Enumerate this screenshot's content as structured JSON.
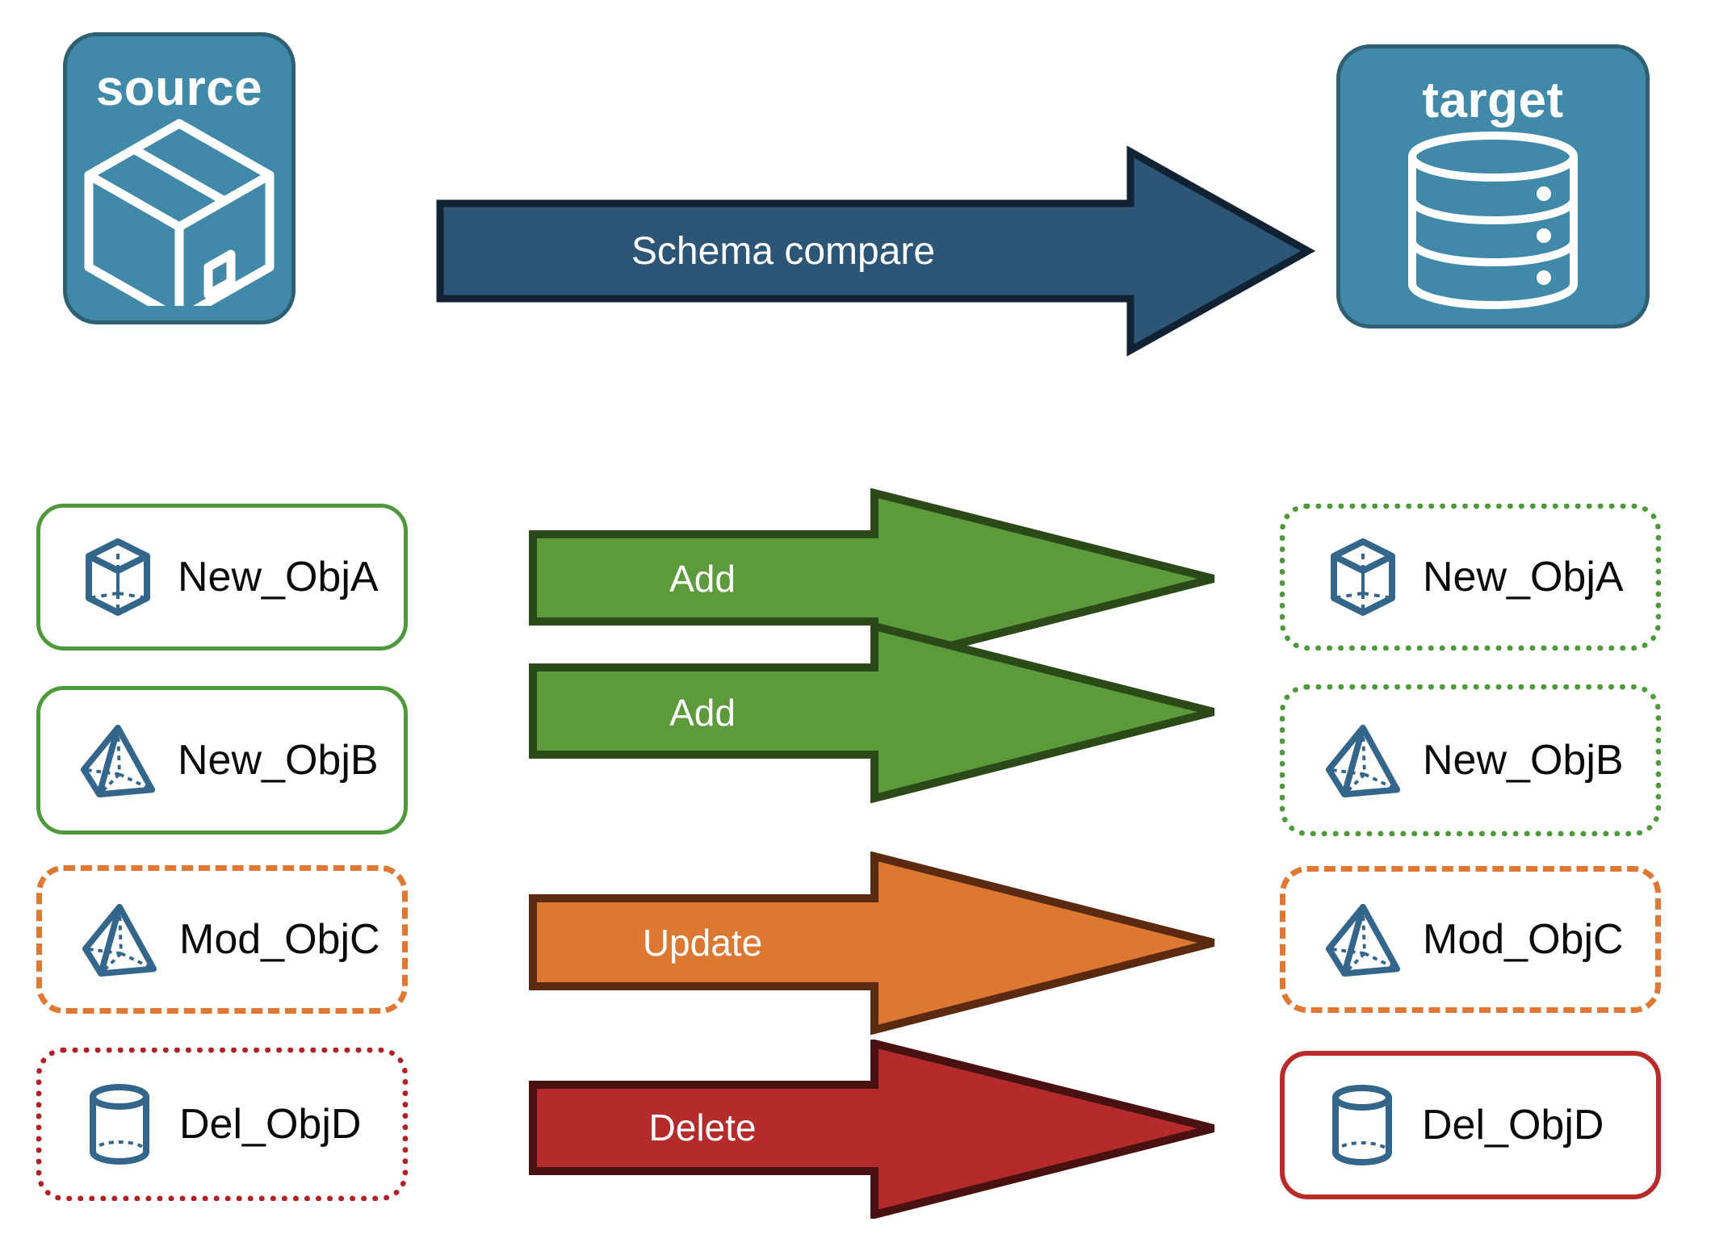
{
  "diagram": {
    "title_source": "source",
    "title_target": "target",
    "compare_label": "Schema compare"
  },
  "colors": {
    "panel_fill": "#4189A8",
    "panel_border": "#2E5F73",
    "compare_arrow_fill": "#2D5575",
    "compare_arrow_border": "#112233",
    "add_fill": "#5C9A3C",
    "add_border": "#2C4A18",
    "update_fill": "#DD7833",
    "update_border": "#5B2A11",
    "delete_fill": "#B32B2B",
    "delete_border": "#4A1111",
    "icon_blue": "#34658A",
    "green": "#4E9A3A",
    "orange": "#DE7832",
    "red": "#B02026",
    "red_solid": "#B92B2B",
    "text": "#0A0A0A"
  },
  "rows": [
    {
      "source_label": "New_ObjA",
      "target_label": "New_ObjA",
      "action_label": "Add",
      "icon": "cube-wireframe-icon",
      "source_border": "border-green-solid",
      "target_border": "border-green-dotted",
      "arrow_kind": "add"
    },
    {
      "source_label": "New_ObjB",
      "target_label": "New_ObjB",
      "action_label": "Add",
      "icon": "pyramid-wireframe-icon",
      "source_border": "border-green-solid",
      "target_border": "border-green-dotted",
      "arrow_kind": "add"
    },
    {
      "source_label": "Mod_ObjC",
      "target_label": "Mod_ObjC",
      "action_label": "Update",
      "icon": "pyramid-wireframe-icon",
      "source_border": "border-orange-dash",
      "target_border": "border-orange-dash",
      "arrow_kind": "update"
    },
    {
      "source_label": "Del_ObjD",
      "target_label": "Del_ObjD",
      "action_label": "Delete",
      "icon": "cylinder-icon",
      "source_border": "border-red-dotted",
      "target_border": "border-red-solid",
      "arrow_kind": "delete"
    }
  ]
}
